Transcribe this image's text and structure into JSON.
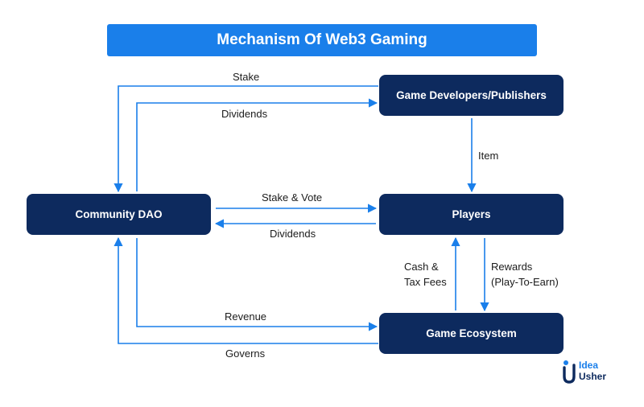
{
  "title": "Mechanism Of Web3 Gaming",
  "nodes": {
    "developers": "Game Developers/Publishers",
    "dao": "Community DAO",
    "players": "Players",
    "ecosystem": "Game Ecosystem"
  },
  "edges": {
    "stake": "Stake",
    "dividends_top": "Dividends",
    "item": "Item",
    "stake_vote": "Stake & Vote",
    "dividends_mid": "Dividends",
    "cash_line1": "Cash &",
    "cash_line2": "Tax Fees",
    "rewards_line1": "Rewards",
    "rewards_line2": "(Play-To-Earn)",
    "revenue": "Revenue",
    "governs": "Governs"
  },
  "logo": {
    "line1": "Idea",
    "line2": "Usher"
  },
  "colors": {
    "title_bg": "#1a7fea",
    "node_bg": "#0d2a5e",
    "arrow": "#1a7fea"
  }
}
